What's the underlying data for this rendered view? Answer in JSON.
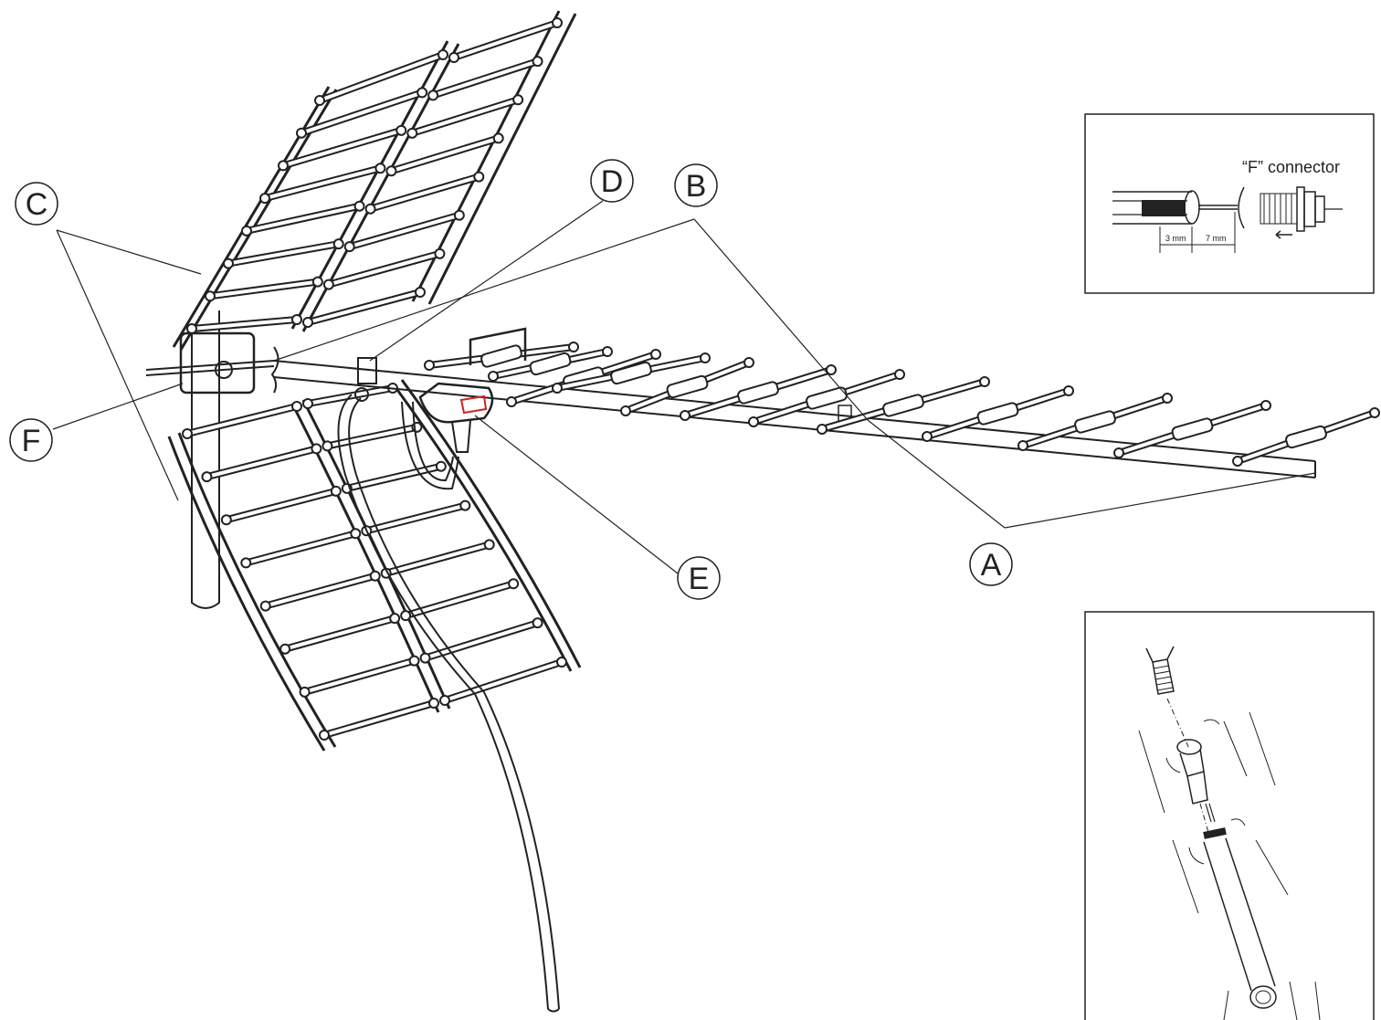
{
  "callouts": {
    "a": "A",
    "b": "B",
    "c": "C",
    "d": "D",
    "e": "E",
    "f": "F"
  },
  "inset_connector": {
    "title": "“F” connector",
    "dim_1": "3 mm",
    "dim_2": "7 mm"
  },
  "colors": {
    "line": "#222222",
    "accent": "#cc2222"
  }
}
